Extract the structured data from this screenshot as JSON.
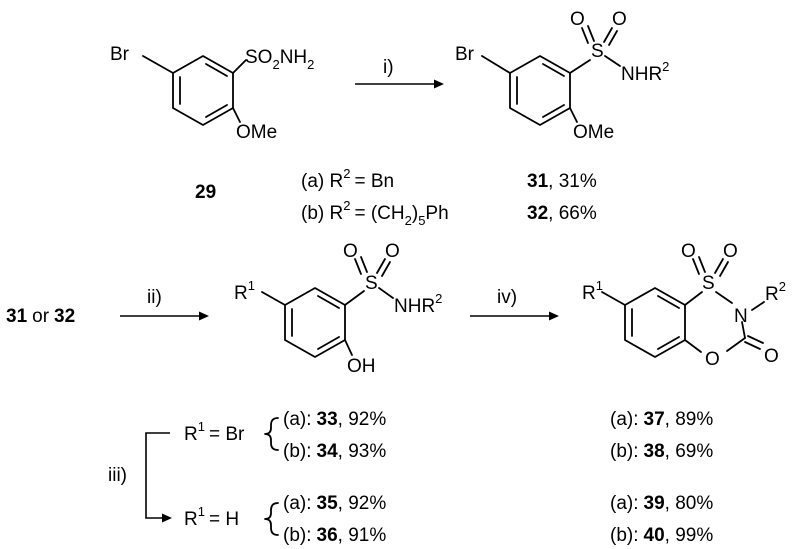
{
  "reactions": {
    "step1": {
      "arrow_label": "i)",
      "start": {
        "id": "29",
        "substituents": {
          "br": "Br",
          "sulfonamide": "SO",
          "sulfonamide_sub2": "2",
          "sulfonamide_nh": "NH",
          "sulfonamide_sub2b": "2",
          "ome": "OMe"
        }
      },
      "product": {
        "substituents": {
          "br": "Br",
          "s": "S",
          "o1": "O",
          "o2": "O",
          "nh": "NHR",
          "r_sup": "2",
          "ome": "OMe"
        },
        "variants": [
          {
            "label": "(a) R",
            "sup": "2",
            "eq": "= Bn",
            "id": "31",
            "yield": ", 31%"
          },
          {
            "label": "(b) R",
            "sup": "2",
            "eq": "= (CH",
            "sub": "2",
            "eq2": ")",
            "sub2": "5",
            "eq3": "Ph",
            "id": "32",
            "yield": ", 66%"
          }
        ]
      }
    },
    "step2": {
      "arrow_label": "ii)",
      "start": {
        "id_a": "31",
        "or": "or",
        "id_b": "32"
      },
      "product": {
        "substituents": {
          "r1": "R",
          "r1_sup": "1",
          "s": "S",
          "o1": "O",
          "o2": "O",
          "nh": "NHR",
          "r2_sup": "2",
          "oh": "OH"
        }
      }
    },
    "step3": {
      "arrow_label": "iii)"
    },
    "step4": {
      "arrow_label": "iv)",
      "product": {
        "substituents": {
          "r1": "R",
          "r1_sup": "1",
          "s": "S",
          "o1": "O",
          "o2": "O",
          "n": "N",
          "r2": "R",
          "r2_sup": "2",
          "o_ring": "O",
          "o_carbonyl": "O"
        }
      }
    },
    "groups": {
      "br_group": {
        "label": "R",
        "sup": "1",
        "eq": "= Br"
      },
      "h_group": {
        "label": "R",
        "sup": "1",
        "eq": "= H"
      }
    },
    "results_left": [
      {
        "tag": "(a):",
        "id": "33",
        "yield": ", 92%"
      },
      {
        "tag": "(b):",
        "id": "34",
        "yield": ", 93%"
      },
      {
        "tag": "(a):",
        "id": "35",
        "yield": ", 92%"
      },
      {
        "tag": "(b):",
        "id": "36",
        "yield": ", 91%"
      }
    ],
    "results_right": [
      {
        "tag": "(a):",
        "id": "37",
        "yield": ", 89%"
      },
      {
        "tag": "(b):",
        "id": "38",
        "yield": ", 69%"
      },
      {
        "tag": "(a):",
        "id": "39",
        "yield": ", 80%"
      },
      {
        "tag": "(b):",
        "id": "40",
        "yield": ", 99%"
      }
    ]
  }
}
